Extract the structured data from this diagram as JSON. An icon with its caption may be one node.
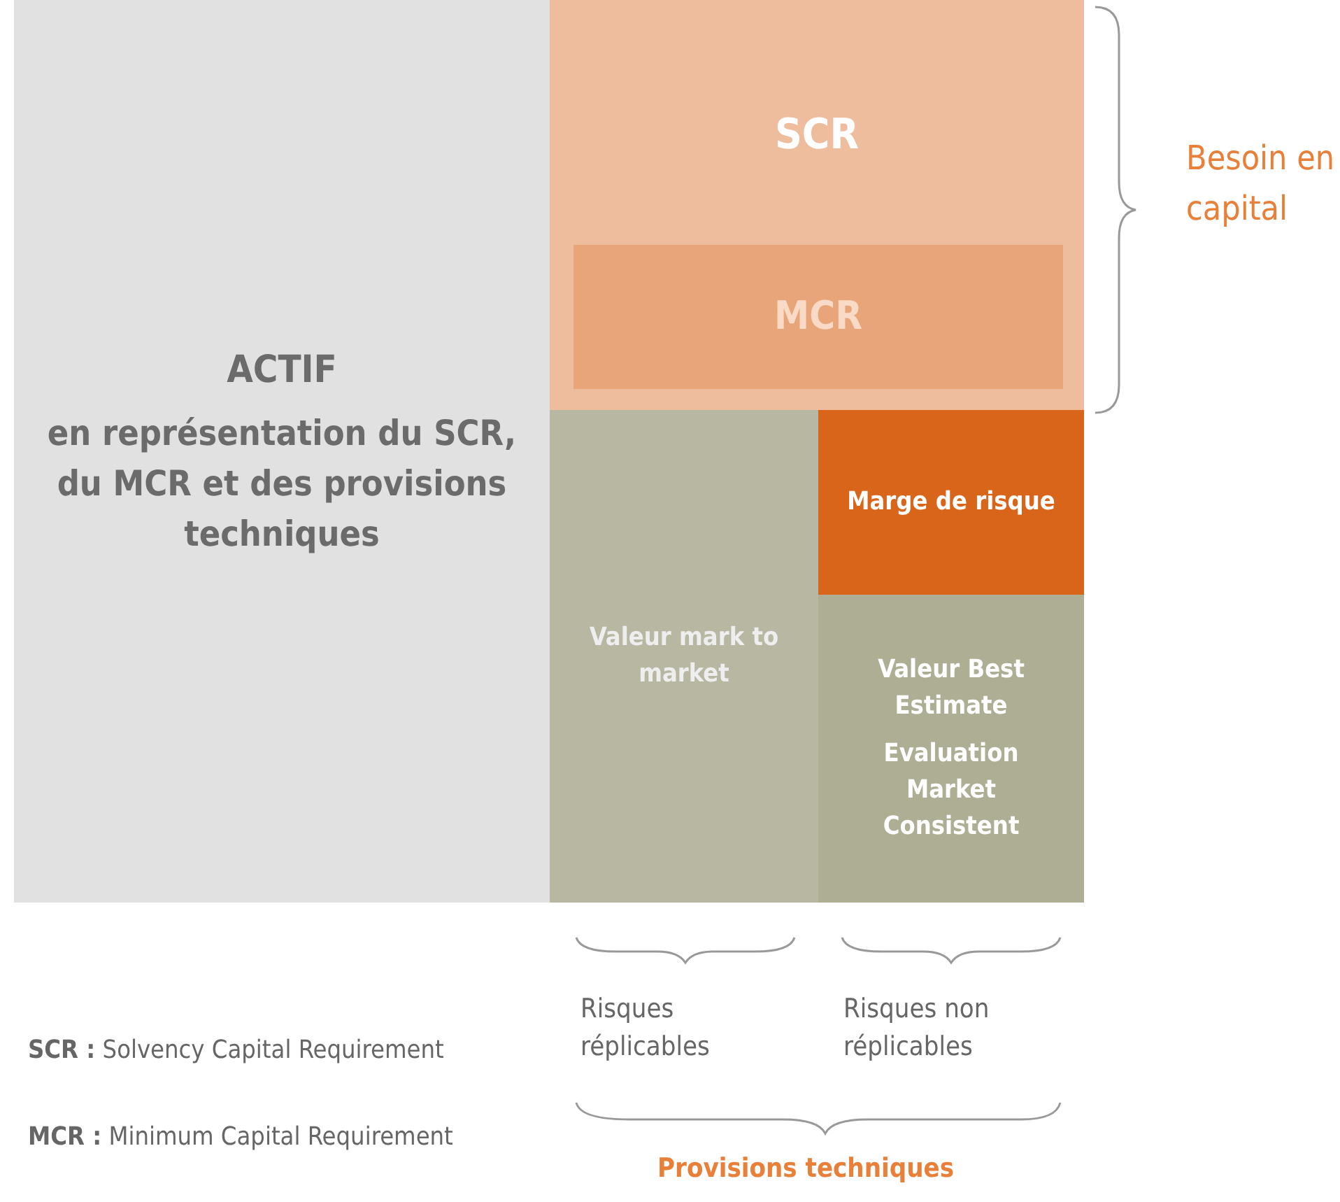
{
  "diagram": {
    "nodes": [
      {
        "text": [
          "ACTIF",
          "en représentation du SCR, du MCR et des provisions techniques"
        ]
      },
      {
        "text": [
          "SCR"
        ]
      },
      {
        "text": [
          "MCR"
        ],
        "in": 1
      },
      {
        "text": [
          "Valeur mark to market"
        ]
      },
      {
        "text": [
          "Marge de risque"
        ]
      },
      {
        "text": [
          "Valeur Best Estimate",
          "Evaluation Market Consistent"
        ]
      }
    ],
    "edges": [],
    "labels": [
      "Besoin en capital",
      "Risques réplicables",
      "Risques non réplicables",
      "Provisions techniques",
      "**SCR :** Solvency Capital Requirement",
      "**MCR :** Minimum Capital Requirement"
    ]
  }
}
